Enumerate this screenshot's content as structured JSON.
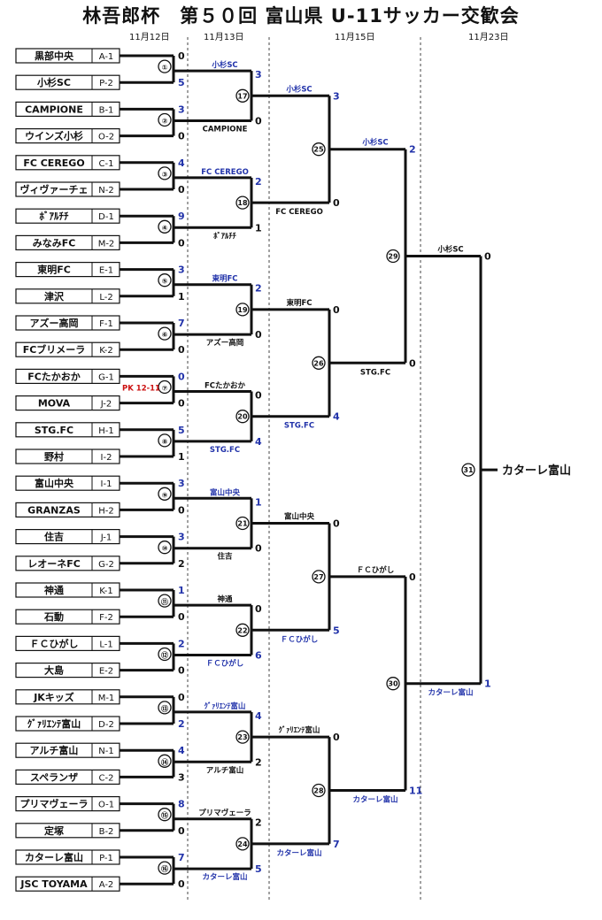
{
  "title": "林吾郎杯　第５０回 富山県 U-11サッカー交歓会",
  "dates": [
    "11月12日",
    "11月13日",
    "11月15日",
    "11月23日"
  ],
  "teams": [
    {
      "name": "黒部中央",
      "code": "A-1"
    },
    {
      "name": "小杉SC",
      "code": "P-2"
    },
    {
      "name": "CAMPIONE",
      "code": "B-1"
    },
    {
      "name": "ウインズ小杉",
      "code": "O-2"
    },
    {
      "name": "FC CEREGO",
      "code": "C-1"
    },
    {
      "name": "ヴィヴァーチェ",
      "code": "N-2"
    },
    {
      "name": "ﾎﾞｱﾙﾁﾁ",
      "code": "D-1"
    },
    {
      "name": "みなみFC",
      "code": "M-2"
    },
    {
      "name": "東明FC",
      "code": "E-1"
    },
    {
      "name": "津沢",
      "code": "L-2"
    },
    {
      "name": "アズー高岡",
      "code": "F-1"
    },
    {
      "name": "FCブリメーラ",
      "code": "K-2"
    },
    {
      "name": "FCたかおか",
      "code": "G-1"
    },
    {
      "name": "MOVA",
      "code": "J-2"
    },
    {
      "name": "STG.FC",
      "code": "H-1"
    },
    {
      "name": "野村",
      "code": "I-2"
    },
    {
      "name": "富山中央",
      "code": "I-1"
    },
    {
      "name": "GRANZAS",
      "code": "H-2"
    },
    {
      "name": "住吉",
      "code": "J-1"
    },
    {
      "name": "レオーネFC",
      "code": "G-2"
    },
    {
      "name": "神通",
      "code": "K-1"
    },
    {
      "name": "石動",
      "code": "F-2"
    },
    {
      "name": "ＦＣひがし",
      "code": "L-1"
    },
    {
      "name": "大島",
      "code": "E-2"
    },
    {
      "name": "JKキッズ",
      "code": "M-1"
    },
    {
      "name": "ｸﾞｧﾘｴﾝﾃ富山",
      "code": "D-2"
    },
    {
      "name": "アルチ富山",
      "code": "N-1"
    },
    {
      "name": "スペランザ",
      "code": "C-2"
    },
    {
      "name": "プリマヴェーラ",
      "code": "O-1"
    },
    {
      "name": "定塚",
      "code": "B-2"
    },
    {
      "name": "カターレ富山",
      "code": "P-1"
    },
    {
      "name": "JSC TOYAMA",
      "code": "A-2"
    }
  ],
  "round1": [
    {
      "num": "①",
      "scores": [
        "0",
        "5"
      ],
      "winner": 1
    },
    {
      "num": "②",
      "scores": [
        "3",
        "0"
      ],
      "winner": 0
    },
    {
      "num": "③",
      "scores": [
        "4",
        "0"
      ],
      "winner": 0
    },
    {
      "num": "④",
      "scores": [
        "9",
        "0"
      ],
      "winner": 0
    },
    {
      "num": "⑤",
      "scores": [
        "3",
        "1"
      ],
      "winner": 0
    },
    {
      "num": "⑥",
      "scores": [
        "7",
        "0"
      ],
      "winner": 0
    },
    {
      "num": "⑦",
      "scores": [
        "0",
        "0"
      ],
      "winner": 0,
      "note": "PK 12-11"
    },
    {
      "num": "⑧",
      "scores": [
        "5",
        "1"
      ],
      "winner": 0
    },
    {
      "num": "⑨",
      "scores": [
        "3",
        "0"
      ],
      "winner": 0
    },
    {
      "num": "⑩",
      "scores": [
        "3",
        "2"
      ],
      "winner": 0
    },
    {
      "num": "⑪",
      "scores": [
        "1",
        "0"
      ],
      "winner": 0
    },
    {
      "num": "⑫",
      "scores": [
        "2",
        "0"
      ],
      "winner": 0
    },
    {
      "num": "⑬",
      "scores": [
        "0",
        "2"
      ],
      "winner": 1
    },
    {
      "num": "⑭",
      "scores": [
        "4",
        "3"
      ],
      "winner": 0
    },
    {
      "num": "⑮",
      "scores": [
        "8",
        "0"
      ],
      "winner": 0
    },
    {
      "num": "⑯",
      "scores": [
        "7",
        "0"
      ],
      "winner": 0
    }
  ],
  "round2": [
    {
      "num": "17",
      "top": "小杉SC",
      "bottom": "CAMPIONE",
      "scores": [
        "3",
        "0"
      ],
      "winner": 0
    },
    {
      "num": "18",
      "top": "FC CEREGO",
      "bottom": "ﾎﾞｱﾙﾁﾁ",
      "scores": [
        "2",
        "1"
      ],
      "winner": 0
    },
    {
      "num": "19",
      "top": "東明FC",
      "bottom": "アズー高岡",
      "scores": [
        "2",
        "0"
      ],
      "winner": 0
    },
    {
      "num": "20",
      "top": "FCたかおか",
      "bottom": "STG.FC",
      "scores": [
        "0",
        "4"
      ],
      "winner": 1
    },
    {
      "num": "21",
      "top": "富山中央",
      "bottom": "住吉",
      "scores": [
        "1",
        "0"
      ],
      "winner": 0
    },
    {
      "num": "22",
      "top": "神通",
      "bottom": "ＦＣひがし",
      "scores": [
        "0",
        "6"
      ],
      "winner": 1
    },
    {
      "num": "23",
      "top": "ｸﾞｧﾘｴﾝﾃ富山",
      "bottom": "アルチ富山",
      "scores": [
        "4",
        "2"
      ],
      "winner": 0
    },
    {
      "num": "24",
      "top": "プリマヴェーラ",
      "bottom": "カターレ富山",
      "scores": [
        "2",
        "5"
      ],
      "winner": 1
    }
  ],
  "round3": [
    {
      "num": "25",
      "top": "小杉SC",
      "bottom": "FC CEREGO",
      "scores": [
        "3",
        "0"
      ],
      "winner": 0
    },
    {
      "num": "26",
      "top": "東明FC",
      "bottom": "STG.FC",
      "scores": [
        "0",
        "4"
      ],
      "winner": 1
    },
    {
      "num": "27",
      "top": "富山中央",
      "bottom": "ＦＣひがし",
      "scores": [
        "0",
        "5"
      ],
      "winner": 1
    },
    {
      "num": "28",
      "top": "ｸﾞｧﾘｴﾝﾃ富山",
      "bottom": "カターレ富山",
      "scores": [
        "0",
        "7"
      ],
      "winner": 1
    }
  ],
  "round4": [
    {
      "num": "29",
      "top": "小杉SC",
      "bottom": "STG.FC",
      "scores": [
        "2",
        "0"
      ],
      "winner": 0
    },
    {
      "num": "30",
      "top": "ＦＣひがし",
      "bottom": "カターレ富山",
      "scores": [
        "0",
        "11"
      ],
      "winner": 1
    }
  ],
  "final": {
    "num": "31",
    "top": "小杉SC",
    "bottom": "カターレ富山",
    "scores": [
      "0",
      "1"
    ],
    "winner": 1
  },
  "champion": "カターレ富山"
}
